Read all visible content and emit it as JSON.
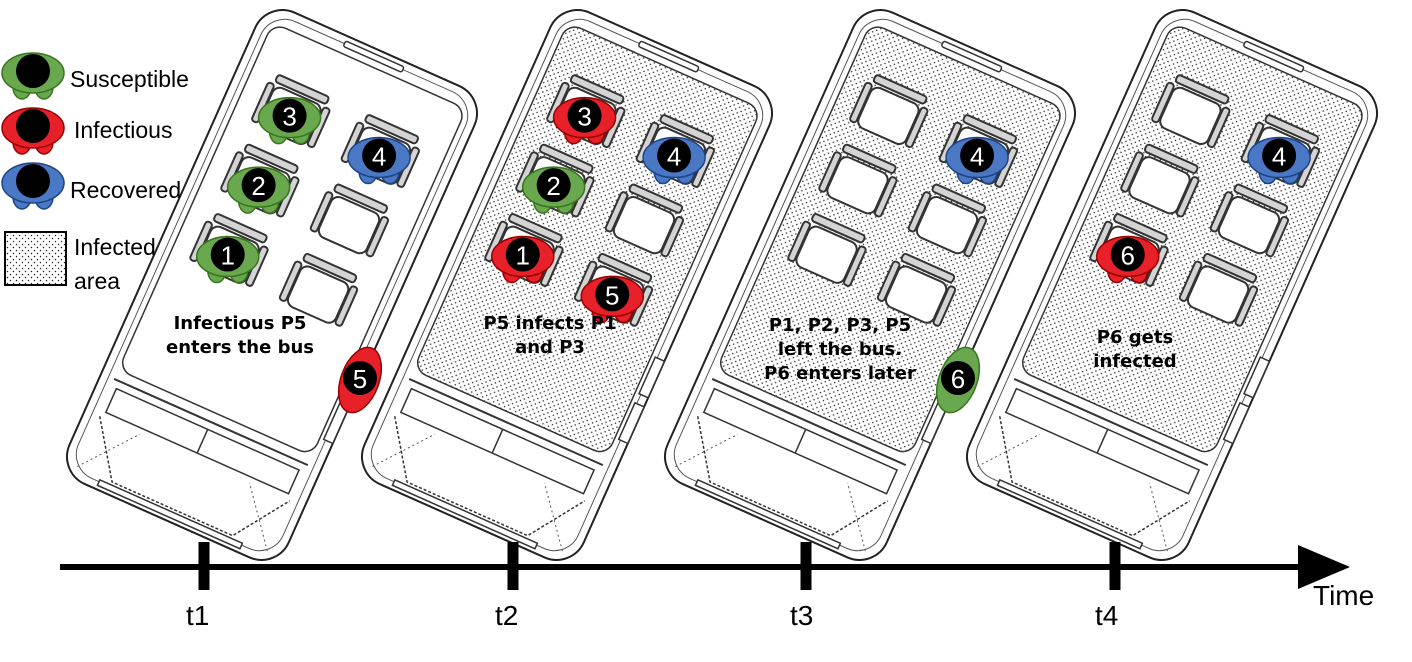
{
  "legend": [
    {
      "state": "susceptible",
      "label": "Susceptible"
    },
    {
      "state": "infectious",
      "label": "Infectious"
    },
    {
      "state": "recovered",
      "label": "Recovered"
    },
    {
      "state": "area",
      "label": "Infected\narea"
    }
  ],
  "colors": {
    "susceptible": "#6aa84f",
    "susceptible_dark": "#38761d",
    "infectious": "#e8202a",
    "infectious_dark": "#990000",
    "recovered": "#4a78c4",
    "recovered_dark": "#1c4587",
    "head": "#000000"
  },
  "timeline": {
    "axis_label": "Time",
    "ticks": [
      "t1",
      "t2",
      "t3",
      "t4"
    ]
  },
  "panels": [
    {
      "id": "t1",
      "infected_area": false,
      "caption": "Infectious P5\nenters the bus",
      "seated": [
        {
          "seat": "L1",
          "number": "3",
          "state": "susceptible"
        },
        {
          "seat": "R1",
          "number": "4",
          "state": "recovered"
        },
        {
          "seat": "L2",
          "number": "2",
          "state": "susceptible"
        },
        {
          "seat": "L3",
          "number": "1",
          "state": "susceptible"
        }
      ],
      "outside": {
        "number": "5",
        "state": "infectious"
      }
    },
    {
      "id": "t2",
      "infected_area": true,
      "caption": "P5 infects P1\nand P3",
      "seated": [
        {
          "seat": "L1",
          "number": "3",
          "state": "infectious"
        },
        {
          "seat": "R1",
          "number": "4",
          "state": "recovered"
        },
        {
          "seat": "L2",
          "number": "2",
          "state": "susceptible"
        },
        {
          "seat": "L3",
          "number": "1",
          "state": "infectious"
        },
        {
          "seat": "R3",
          "number": "5",
          "state": "infectious"
        }
      ],
      "outside": null
    },
    {
      "id": "t3",
      "infected_area": true,
      "caption": "P1, P2, P3, P5\nleft the bus.\nP6 enters later",
      "seated": [
        {
          "seat": "R1",
          "number": "4",
          "state": "recovered"
        }
      ],
      "outside": {
        "number": "6",
        "state": "susceptible"
      }
    },
    {
      "id": "t4",
      "infected_area": true,
      "caption": "P6 gets\ninfected",
      "seated": [
        {
          "seat": "R1",
          "number": "4",
          "state": "recovered"
        },
        {
          "seat": "L3",
          "number": "6",
          "state": "infectious"
        }
      ],
      "outside": null
    }
  ]
}
